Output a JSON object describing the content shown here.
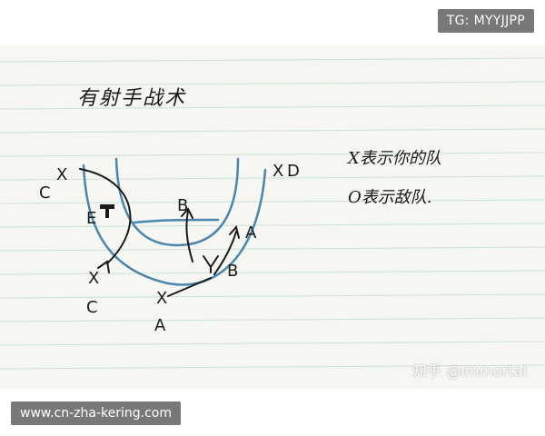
{
  "watermarks": {
    "tg": "TG: MYYJJPP",
    "url": "www.cn-zha-kering.com",
    "zhihu": "知乎 @Immortal"
  },
  "notes": {
    "title": "有射手战术",
    "legend_x": "X表示你的队",
    "legend_o": "O表示敌队."
  },
  "labels": {
    "c_top": "C",
    "x_top": "X",
    "x_d": "X",
    "d": "D",
    "e": "E",
    "b_top": "B",
    "a_right": "A",
    "b_bottom": "B",
    "x_c_bottom": "X",
    "c_bottom": "C",
    "x_a_bottom": "X",
    "a_bottom": "A"
  },
  "colors": {
    "paper": "#f6f6f3",
    "rule_line": "#cfe0da",
    "ink_blue": "#4a86ad",
    "ink_black": "#1a1a1a"
  }
}
